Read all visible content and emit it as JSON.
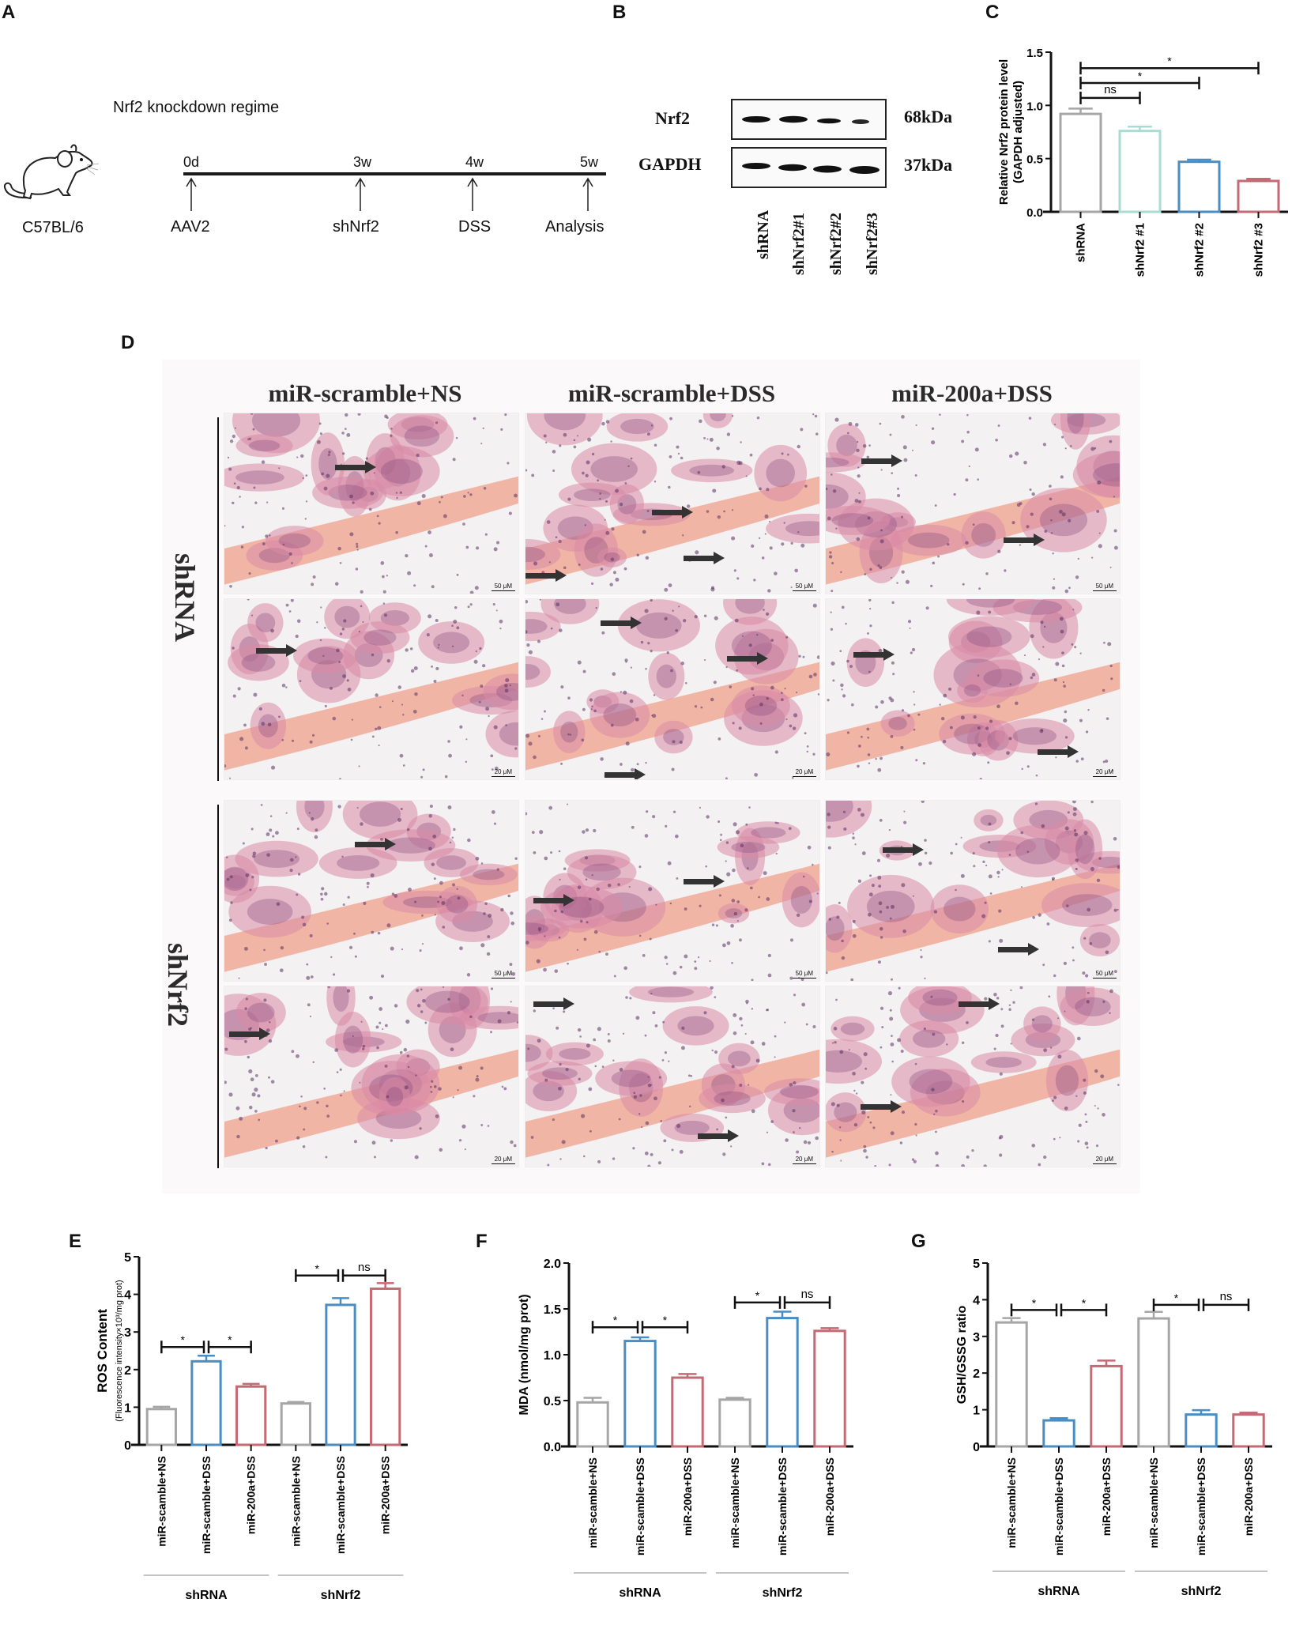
{
  "panels": {
    "A": {
      "label": "A",
      "title": "Nrf2 knockdown regime",
      "mouse_label": "C57BL/6",
      "timeline": [
        {
          "time": "0d",
          "event": "AAV2"
        },
        {
          "time": "3w",
          "event": "shNrf2"
        },
        {
          "time": "4w",
          "event": "DSS"
        },
        {
          "time": "5w",
          "event": "Analysis"
        }
      ]
    },
    "B": {
      "label": "B",
      "blots": [
        {
          "protein": "Nrf2",
          "size": "68kDa"
        },
        {
          "protein": "GAPDH",
          "size": "37kDa"
        }
      ],
      "lanes": [
        "shRNA",
        "shNrf2#1",
        "shNrf2#2",
        "shNrf2#3"
      ]
    },
    "C": {
      "label": "C"
    },
    "D": {
      "label": "D",
      "columns": [
        "miR-scramble+NS",
        "miR-scramble+DSS",
        "miR-200a+DSS"
      ],
      "rows": [
        "shRNA",
        "shNrf2"
      ],
      "scale_bars": {
        "low_mag": "50 μM",
        "high_mag": "20 μM"
      }
    },
    "E": {
      "label": "E"
    },
    "F": {
      "label": "F"
    },
    "G": {
      "label": "G"
    }
  },
  "colors": {
    "grey": "#a6a6a6",
    "teal": "#a8dcd3",
    "blue": "#4a8dc2",
    "red": "#c46a74",
    "tissue_pink": "#d98aa6",
    "tissue_purple": "#8a4c7e",
    "muscle": "#f0a08c"
  },
  "chart_data": [
    {
      "id": "C",
      "type": "bar",
      "title": "",
      "xlabel": "",
      "ylabel": "Relative Nrf2 protein level\n(GAPDH adjusted)",
      "categories": [
        "shRNA",
        "shNrf2 #1",
        "shNrf2 #2",
        "shNrf2 #3"
      ],
      "values": [
        0.92,
        0.76,
        0.47,
        0.29
      ],
      "errors": [
        0.05,
        0.04,
        0.02,
        0.02
      ],
      "bar_colors": [
        "#a6a6a6",
        "#a8dcd3",
        "#4a8dc2",
        "#c46a74"
      ],
      "ylim": [
        0,
        1.5
      ],
      "yticks": [
        "0.0",
        "0.5",
        "1.0",
        "1.5"
      ],
      "significance": [
        {
          "from": 0,
          "to": 1,
          "label": "ns",
          "y": 1.07
        },
        {
          "from": 0,
          "to": 2,
          "label": "*",
          "y": 1.21
        },
        {
          "from": 0,
          "to": 3,
          "label": "*",
          "y": 1.35
        }
      ]
    },
    {
      "id": "E",
      "type": "bar",
      "ylabel": "ROS Content",
      "ylabel_sub": "(Fluorescence intensity×10³/mg prot)",
      "categories": [
        "miR-scamble+NS",
        "miR-scamble+DSS",
        "miR-200a+DSS",
        "miR-scamble+NS",
        "miR-scamble+DSS",
        "miR-200a+DSS"
      ],
      "groups": [
        {
          "name": "shRNA",
          "span": [
            0,
            2
          ]
        },
        {
          "name": "shNrf2",
          "span": [
            3,
            5
          ]
        }
      ],
      "values": [
        0.95,
        2.22,
        1.55,
        1.1,
        3.72,
        4.15
      ],
      "errors": [
        0.06,
        0.15,
        0.07,
        0.04,
        0.18,
        0.15
      ],
      "bar_colors": [
        "#a6a6a6",
        "#4a8dc2",
        "#c46a74",
        "#a6a6a6",
        "#4a8dc2",
        "#c46a74"
      ],
      "ylim": [
        0,
        5
      ],
      "yticks": [
        "0",
        "1",
        "2",
        "3",
        "4",
        "5"
      ],
      "significance": [
        {
          "from": 0,
          "to": 1,
          "label": "*",
          "y": 2.6
        },
        {
          "from": 1,
          "to": 2,
          "label": "*",
          "y": 2.6
        },
        {
          "from": 3,
          "to": 4,
          "label": "*",
          "y": 4.5
        },
        {
          "from": 4,
          "to": 5,
          "label": "ns",
          "y": 4.5
        }
      ]
    },
    {
      "id": "F",
      "type": "bar",
      "ylabel": "MDA (nmol/mg prot)",
      "categories": [
        "miR-scamble+NS",
        "miR-scamble+DSS",
        "miR-200a+DSS",
        "miR-scamble+NS",
        "miR-scamble+DSS",
        "miR-200a+DSS"
      ],
      "groups": [
        {
          "name": "shRNA",
          "span": [
            0,
            2
          ]
        },
        {
          "name": "shNrf2",
          "span": [
            3,
            5
          ]
        }
      ],
      "values": [
        0.48,
        1.15,
        0.75,
        0.51,
        1.4,
        1.26
      ],
      "errors": [
        0.05,
        0.04,
        0.04,
        0.02,
        0.07,
        0.03
      ],
      "bar_colors": [
        "#a6a6a6",
        "#4a8dc2",
        "#c46a74",
        "#a6a6a6",
        "#4a8dc2",
        "#c46a74"
      ],
      "ylim": [
        0,
        2.0
      ],
      "yticks": [
        "0.0",
        "0.5",
        "1.0",
        "1.5",
        "2.0"
      ],
      "significance": [
        {
          "from": 0,
          "to": 1,
          "label": "*",
          "y": 1.3
        },
        {
          "from": 1,
          "to": 2,
          "label": "*",
          "y": 1.3
        },
        {
          "from": 3,
          "to": 4,
          "label": "*",
          "y": 1.57
        },
        {
          "from": 4,
          "to": 5,
          "label": "ns",
          "y": 1.57
        }
      ]
    },
    {
      "id": "G",
      "type": "bar",
      "ylabel": "GSH/GSSG ratio",
      "categories": [
        "miR-scamble+NS",
        "miR-scamble+DSS",
        "miR-200a+DSS",
        "miR-scamble+NS",
        "miR-scamble+DSS",
        "miR-200a+DSS"
      ],
      "groups": [
        {
          "name": "shRNA",
          "span": [
            0,
            2
          ]
        },
        {
          "name": "shNrf2",
          "span": [
            3,
            5
          ]
        }
      ],
      "values": [
        3.38,
        0.71,
        2.19,
        3.49,
        0.87,
        0.87
      ],
      "errors": [
        0.12,
        0.06,
        0.15,
        0.18,
        0.12,
        0.05
      ],
      "bar_colors": [
        "#a6a6a6",
        "#4a8dc2",
        "#c46a74",
        "#a6a6a6",
        "#4a8dc2",
        "#c46a74"
      ],
      "ylim": [
        0,
        5
      ],
      "yticks": [
        "0",
        "1",
        "2",
        "3",
        "4",
        "5"
      ],
      "significance": [
        {
          "from": 0,
          "to": 1,
          "label": "*",
          "y": 3.72
        },
        {
          "from": 1,
          "to": 2,
          "label": "*",
          "y": 3.72
        },
        {
          "from": 3,
          "to": 4,
          "label": "*",
          "y": 3.86
        },
        {
          "from": 4,
          "to": 5,
          "label": "ns",
          "y": 3.86
        }
      ]
    }
  ]
}
